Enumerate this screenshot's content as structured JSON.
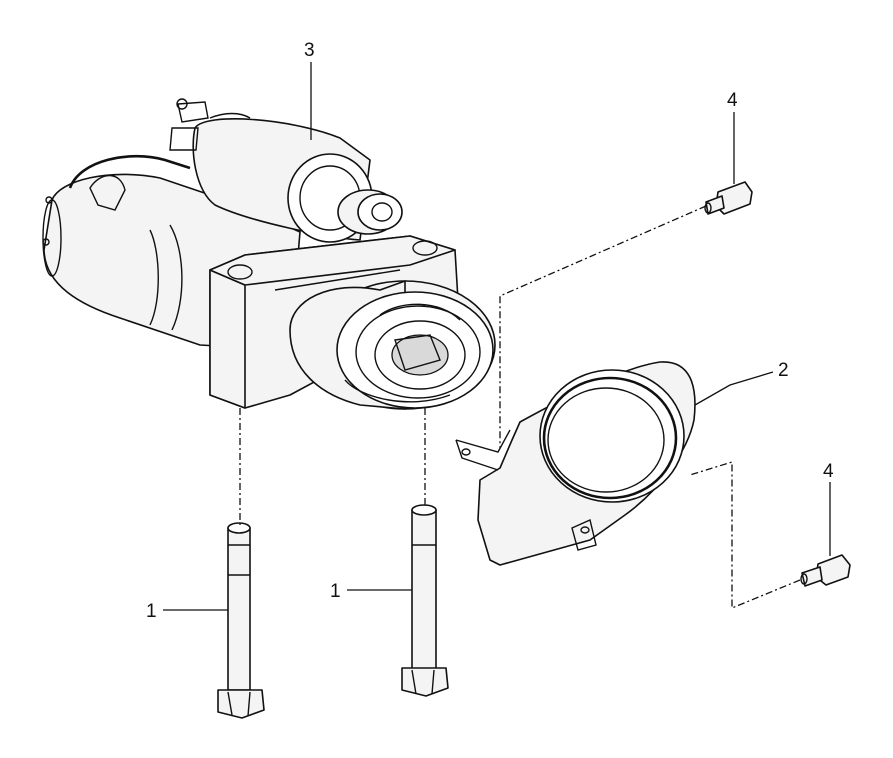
{
  "callouts": {
    "bolt_left": "1",
    "bolt_center": "1",
    "plate": "2",
    "starter": "3",
    "screw_top": "4",
    "screw_right": "4"
  }
}
